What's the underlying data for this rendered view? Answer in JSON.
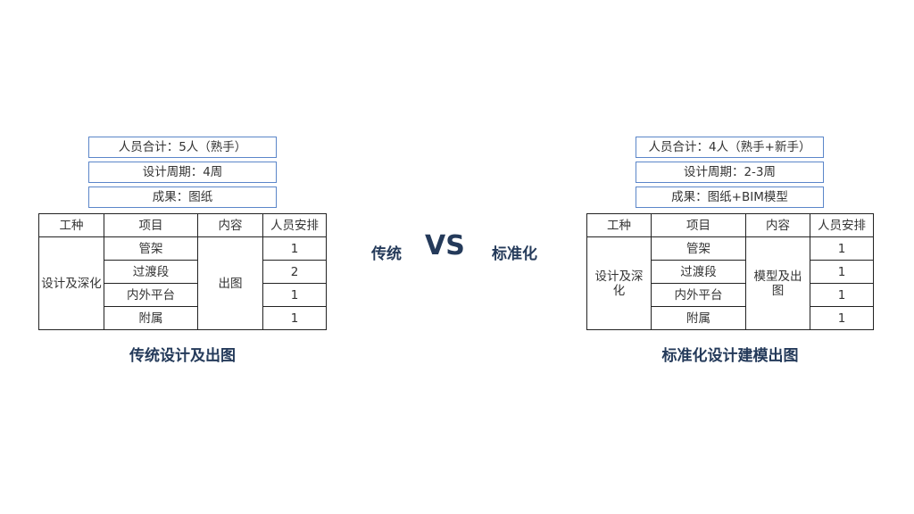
{
  "left": {
    "boxes": [
      "人员合计：5人（熟手）",
      "设计周期：4周",
      "成果：图纸"
    ],
    "headers": [
      "工种",
      "项目",
      "内容",
      "人员安排"
    ],
    "category": "设计及深化",
    "content": "出图",
    "items": [
      "管架",
      "过渡段",
      "内外平台",
      "附属"
    ],
    "staff": [
      "1",
      "2",
      "1",
      "1"
    ],
    "caption": "传统设计及出图"
  },
  "right": {
    "boxes": [
      "人员合计：4人（熟手+新手）",
      "设计周期：2-3周",
      "成果：图纸+BIM模型"
    ],
    "headers": [
      "工种",
      "项目",
      "内容",
      "人员安排"
    ],
    "category": "设计及深化",
    "content": "模型及出图",
    "items": [
      "管架",
      "过渡段",
      "内外平台",
      "附属"
    ],
    "staff": [
      "1",
      "1",
      "1",
      "1"
    ],
    "caption": "标准化设计建模出图"
  },
  "middle": {
    "left": "传统",
    "vs": "VS",
    "right": "标准化"
  }
}
